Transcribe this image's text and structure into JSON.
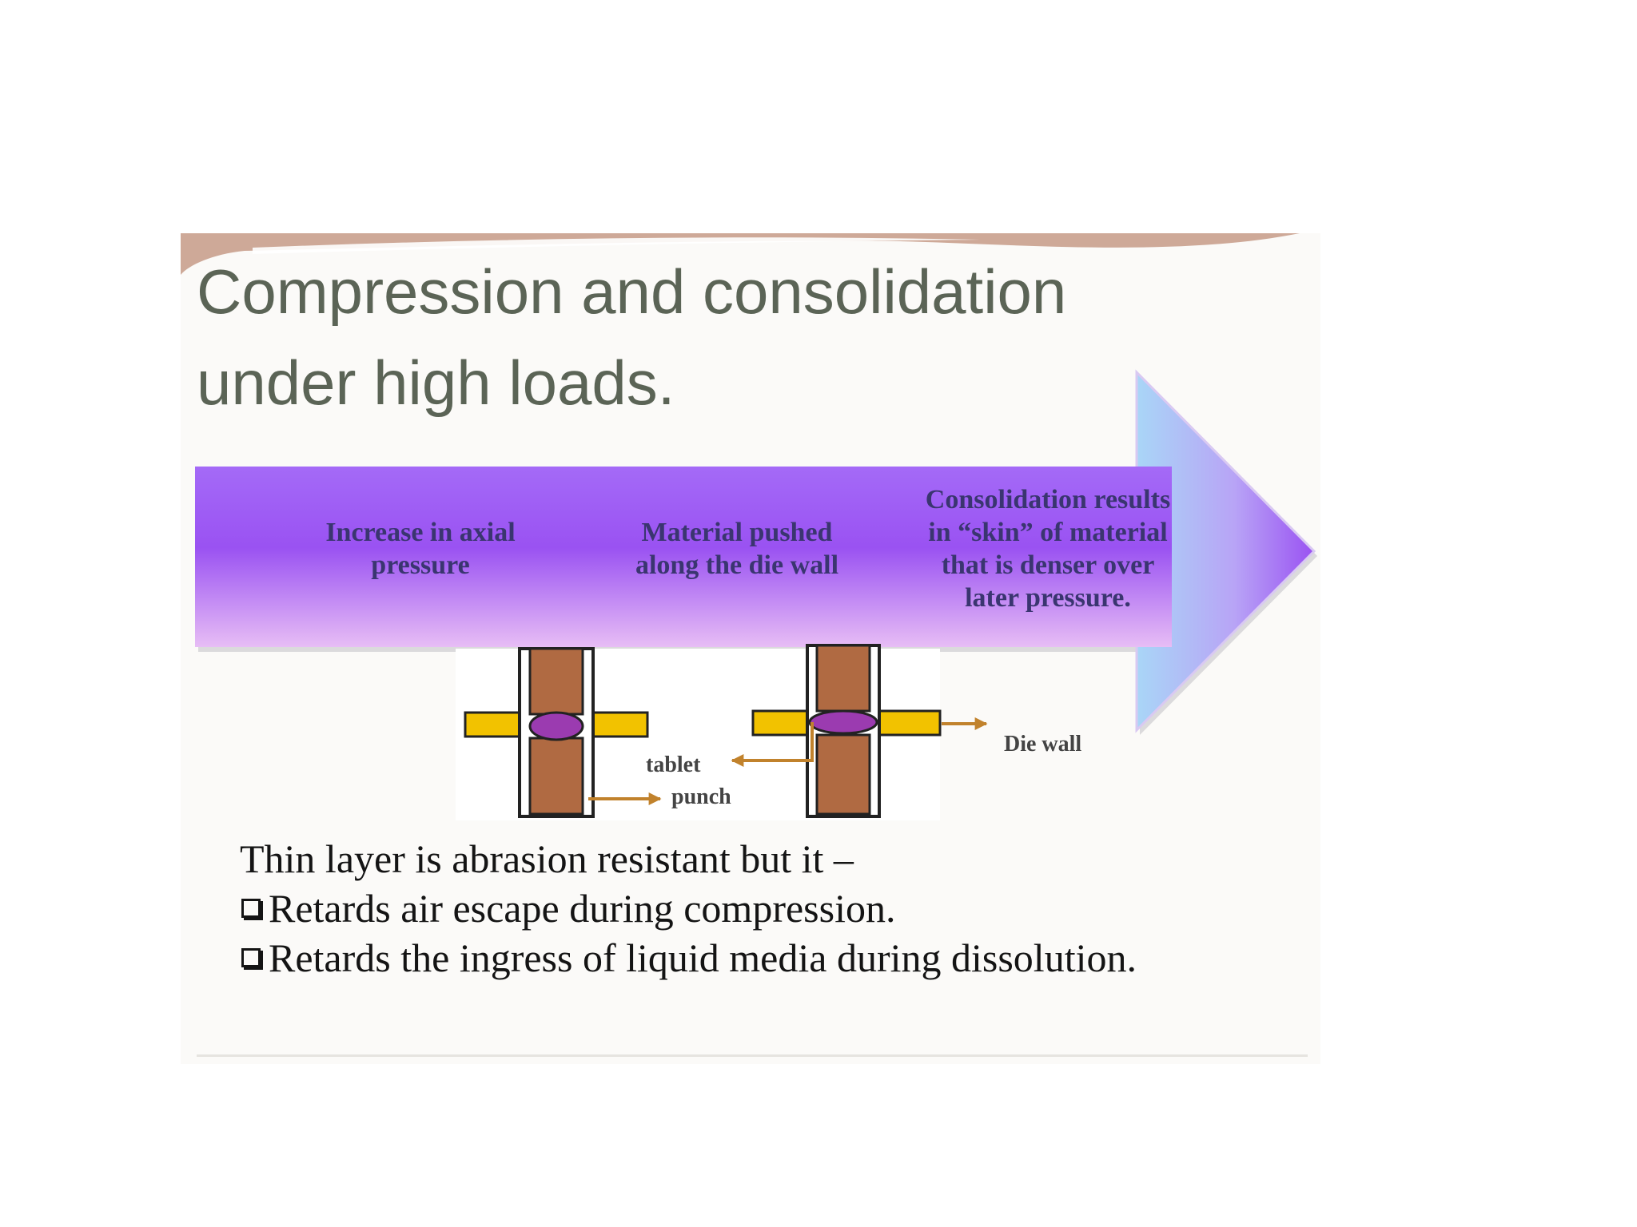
{
  "title": {
    "line1": "Compression and consolidation",
    "line2": "under high loads."
  },
  "arrow_stages": [
    "Increase in axial pressure",
    "Material pushed along the die wall",
    "Consolidation results in “skin” of material that  is denser over later pressure."
  ],
  "diagram_labels": {
    "tablet": "tablet",
    "punch": "punch",
    "die_wall": "Die wall"
  },
  "body": {
    "intro": "Thin layer is abrasion resistant but it –",
    "bullets": [
      "Retards air escape during compression.",
      "Retards the ingress of liquid media during dissolution."
    ],
    "bullet_icon": "checkbox-icon"
  },
  "colors": {
    "title_text": "#5b6456",
    "arrow_purple": "#9a52f2",
    "arrow_light": "#dba8f3",
    "arrow_tip_blue": "#a9d6f7",
    "punch_brown": "#b06a42",
    "die_yellow": "#f2c200",
    "tablet_purple": "#9b3bb0",
    "leader_arrow": "#c1822c",
    "swoosh": "#c59a87"
  }
}
